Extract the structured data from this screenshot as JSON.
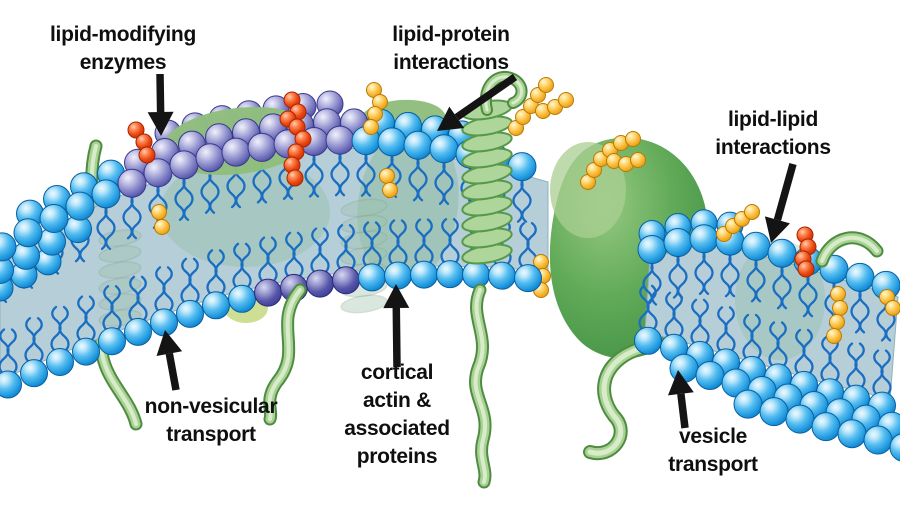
{
  "figure": {
    "type": "cell-membrane-lipid-bilayer-diagram",
    "background": "#ffffff"
  },
  "annotations": [
    {
      "id": "lipid-modifying-enzymes",
      "text": "lipid-modifying\nenzymes"
    },
    {
      "id": "lipid-protein-interactions",
      "text": "lipid-protein\ninteractions"
    },
    {
      "id": "lipid-lipid-interactions",
      "text": "lipid-lipid\ninteractions"
    },
    {
      "id": "non-vesicular-transport",
      "text": "non-vesicular\ntransport"
    },
    {
      "id": "cortical-actin",
      "text": "cortical\nactin &\nassociated\nproteins"
    },
    {
      "id": "vesicle-transport",
      "text": "vesicle\ntransport"
    }
  ],
  "colors": {
    "sphere_blue": "#2196dd",
    "raft_purple": "#7070bd",
    "raft_navy": "#4a4aa0",
    "tail_blue": "#1a6ec2",
    "membrane_interior": "#b6ced8",
    "membrane_edge": "#8fb2c0",
    "protein_green": "#61aa58",
    "blob_green": "#8fbe7d",
    "filament_green": "#a8d295",
    "filament_edge": "#4f8c41",
    "glycan_yellow": "#f6b22a",
    "lipid_red": "#e84612",
    "arrow_black": "#141414",
    "background": "#ffffff"
  }
}
